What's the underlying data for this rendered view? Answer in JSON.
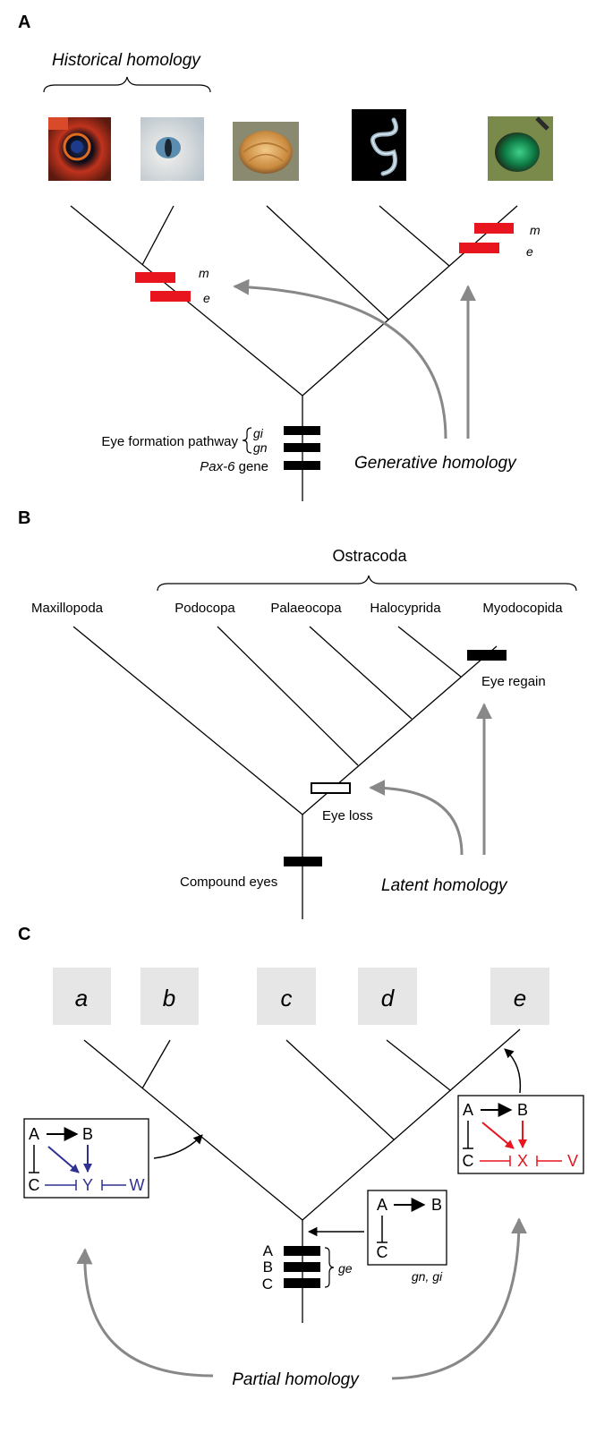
{
  "panels": {
    "a": {
      "label": "A",
      "historical_title": "Historical homology",
      "generative_label": "Generative homology",
      "mark_m": "m",
      "mark_e": "e",
      "gene_gi": "gi",
      "gene_gn": "gn",
      "pathway_label": "Eye formation pathway",
      "pax_italic": "Pax-6",
      "pax_gene": " gene",
      "photos": [
        "butterfly-eye",
        "cat-eye",
        "snail-shell",
        "nematode",
        "fly-eye"
      ]
    },
    "b": {
      "label": "B",
      "ostracoda": "Ostracoda",
      "taxa": [
        "Maxillopoda",
        "Podocopa",
        "Palaeocopa",
        "Halocyprida",
        "Myodocopida"
      ],
      "eye_regain": "Eye regain",
      "eye_loss": "Eye loss",
      "compound_eyes": "Compound eyes",
      "latent_label": "Latent homology"
    },
    "c": {
      "label": "C",
      "tips": [
        "a",
        "b",
        "c",
        "d",
        "e"
      ],
      "gene_letters": [
        "A",
        "B",
        "C"
      ],
      "ge": "ge",
      "gn_gi": "gn, gi",
      "net_ancestral": [
        "A",
        "B",
        "C"
      ],
      "net_blue": [
        "A",
        "B",
        "C",
        "Y",
        "W"
      ],
      "net_red": [
        "A",
        "B",
        "C",
        "X",
        "V"
      ],
      "partial_label": "Partial homology"
    }
  },
  "colors": {
    "red_mark": "#e8141e",
    "blue_net": "#2e3191",
    "red_net": "#e8141e",
    "grey_arrow": "#888888",
    "tip_box": "#e6e6e6"
  }
}
